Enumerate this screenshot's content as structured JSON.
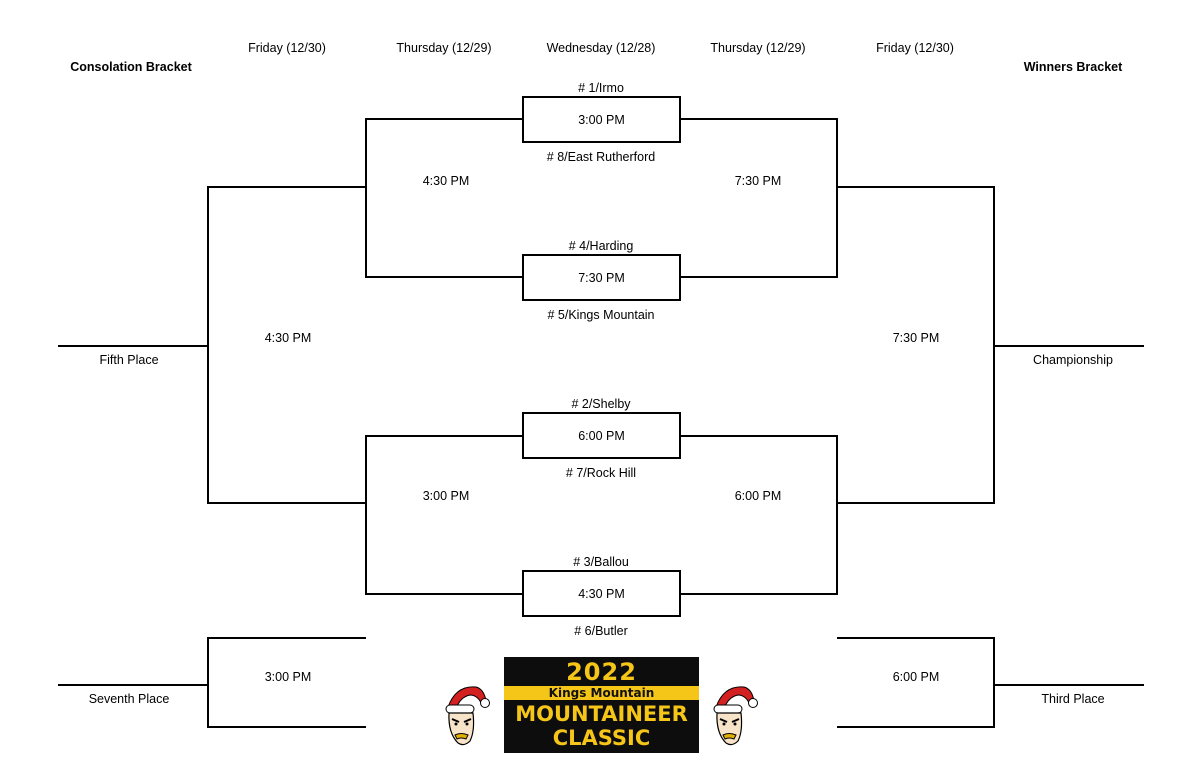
{
  "header": {
    "consolation_title": "Consolation Bracket",
    "winners_title": "Winners Bracket",
    "day_friday_left": "Friday (12/30)",
    "day_thursday_left": "Thursday (12/29)",
    "day_wednesday": "Wednesday (12/28)",
    "day_thursday_right": "Thursday (12/29)",
    "day_friday_right": "Friday (12/30)"
  },
  "first_round": [
    {
      "top_team": "# 1/Irmo",
      "time": "3:00 PM",
      "bottom_team": "# 8/East Rutherford"
    },
    {
      "top_team": "# 4/Harding",
      "time": "7:30 PM",
      "bottom_team": "# 5/Kings Mountain"
    },
    {
      "top_team": "# 2/Shelby",
      "time": "6:00 PM",
      "bottom_team": "# 7/Rock Hill"
    },
    {
      "top_team": "# 3/Ballou",
      "time": "4:30 PM",
      "bottom_team": "# 6/Butler"
    }
  ],
  "consolation": {
    "semi_top_time": "4:30 PM",
    "semi_bottom_time": "3:00 PM",
    "fifth_place_time": "4:30 PM",
    "fifth_place_label": "Fifth Place",
    "seventh_place_time": "3:00 PM",
    "seventh_place_label": "Seventh Place"
  },
  "winners": {
    "semi_top_time": "7:30 PM",
    "semi_bottom_time": "6:00 PM",
    "championship_time": "7:30 PM",
    "championship_label": "Championship",
    "third_place_time": "6:00 PM",
    "third_place_label": "Third Place"
  },
  "logo": {
    "year": "2022",
    "band": "Kings Mountain",
    "line1": "MOUNTAINEER",
    "line2": "CLASSIC",
    "accent_color": "#f5c518",
    "background_color": "#0d0d0d"
  }
}
